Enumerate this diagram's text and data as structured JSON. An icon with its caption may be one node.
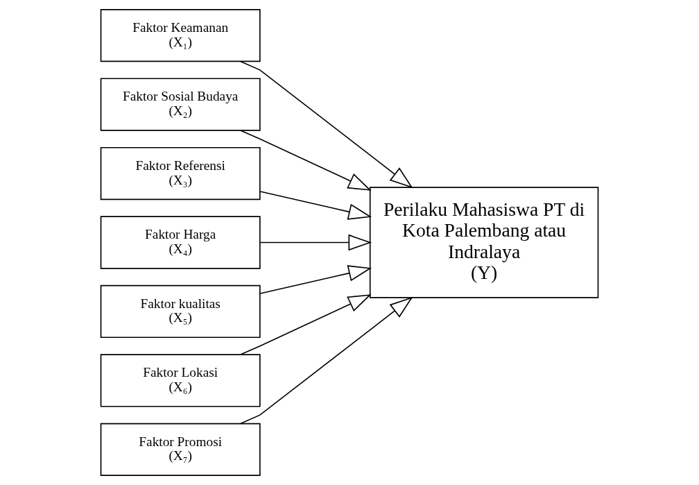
{
  "diagram": {
    "nodes": [
      {
        "text": [
          "Faktor Keamanan",
          "(X₁)"
        ]
      },
      {
        "text": [
          "Faktor Sosial Budaya",
          "(X₂)"
        ]
      },
      {
        "text": [
          "Faktor Referensi",
          "(X₃)"
        ]
      },
      {
        "text": [
          "Faktor Harga",
          "(X₄)"
        ]
      },
      {
        "text": [
          "Faktor kualitas",
          "(X₅)"
        ]
      },
      {
        "text": [
          "Faktor Lokasi",
          "(X₆)"
        ]
      },
      {
        "text": [
          "Faktor Promosi",
          "(X₇)"
        ]
      },
      {
        "text": [
          "Perilaku Mahasiswa PT di Kota Palembang atau Indralaya",
          "(Y)"
        ]
      }
    ],
    "edges": [
      {
        "from": 0,
        "to": 7,
        "arrow": "to"
      },
      {
        "from": 1,
        "to": 7,
        "arrow": "to"
      },
      {
        "from": 2,
        "to": 7,
        "arrow": "to"
      },
      {
        "from": 3,
        "to": 7,
        "arrow": "to"
      },
      {
        "from": 4,
        "to": 7,
        "arrow": "to"
      },
      {
        "from": 5,
        "to": 7,
        "arrow": "to"
      },
      {
        "from": 6,
        "to": 7,
        "arrow": "to"
      }
    ]
  }
}
